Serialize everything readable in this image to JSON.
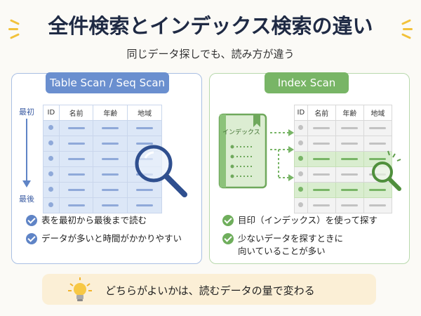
{
  "title": "全件検索とインデックス検索の違い",
  "subtitle": "同じデータ探しでも、読み方が違う",
  "colors": {
    "navy": "#1f2a44",
    "blue": "#6a8fcf",
    "green": "#78b566",
    "yellow": "#f2c23a"
  },
  "left_panel": {
    "label": "Table Scan / Seq Scan",
    "table_headers": [
      "ID",
      "名前",
      "年齢",
      "地域"
    ],
    "row_count": 6,
    "axis_top": "最初",
    "axis_bottom": "最後",
    "icon": "magnifier-icon",
    "points": [
      "表を最初から最後まで読む",
      "データが多いと時間がかかりやすい"
    ]
  },
  "right_panel": {
    "label": "Index Scan",
    "book_label": "インデックス",
    "table_headers": [
      "ID",
      "名前",
      "年齢",
      "地域"
    ],
    "row_count": 6,
    "highlighted_rows": [
      3,
      5
    ],
    "icon": "magnifier-icon",
    "points": [
      "目印（インデックス）を使って探す"
    ],
    "point2_lines": [
      "少ないデータを探すときに",
      "向いていることが多い"
    ]
  },
  "bottom_note": {
    "icon": "lightbulb-icon",
    "text": "どちらがよいかは、読むデータの量で変わる"
  }
}
